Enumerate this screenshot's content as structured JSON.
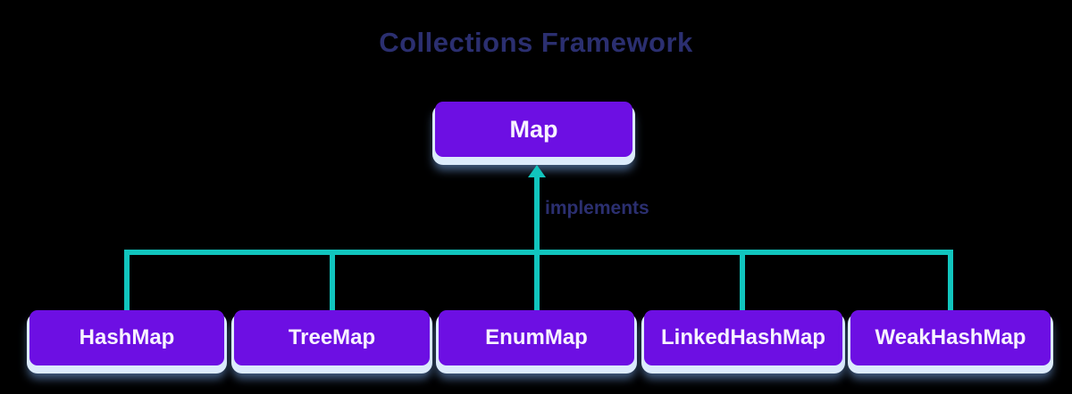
{
  "title": "Collections Framework",
  "diagram": {
    "type": "hierarchy",
    "root": {
      "label": "Map"
    },
    "edge_label": "implements",
    "children": [
      {
        "label": "HashMap"
      },
      {
        "label": "TreeMap"
      },
      {
        "label": "EnumMap"
      },
      {
        "label": "LinkedHashMap"
      },
      {
        "label": "WeakHashMap"
      }
    ],
    "colors": {
      "background": "#000000",
      "node_fill": "#6d0fe3",
      "node_text": "#ffffff",
      "node_shadow": "#dcebfb",
      "connector": "#11c5be",
      "title_text": "#2b2f70",
      "edge_label_text": "#2b2f70"
    }
  }
}
